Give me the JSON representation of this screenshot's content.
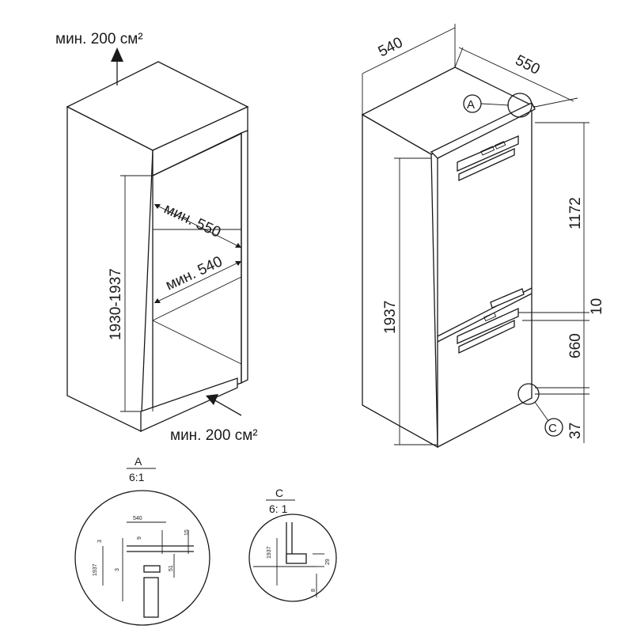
{
  "niche": {
    "vent_top": "мин. 200 см²",
    "vent_bottom": "мин. 200 см²",
    "depth_label": "мин. 550",
    "width_label": "мин. 540",
    "height_label": "1930-1937"
  },
  "appliance": {
    "width": "540",
    "depth": "550",
    "height": "1937",
    "upper_section": "1172",
    "gap": "10",
    "lower_section": "660",
    "bottom_offset": "37",
    "callout_a": "A",
    "callout_c": "C"
  },
  "detail_a": {
    "title": "A",
    "scale": "6:1",
    "dims": [
      "540",
      "3",
      "9",
      "15",
      "1937",
      "3",
      "51"
    ]
  },
  "detail_c": {
    "title": "C",
    "scale": "6: 1",
    "dims": [
      "1937",
      "29",
      "8"
    ]
  }
}
